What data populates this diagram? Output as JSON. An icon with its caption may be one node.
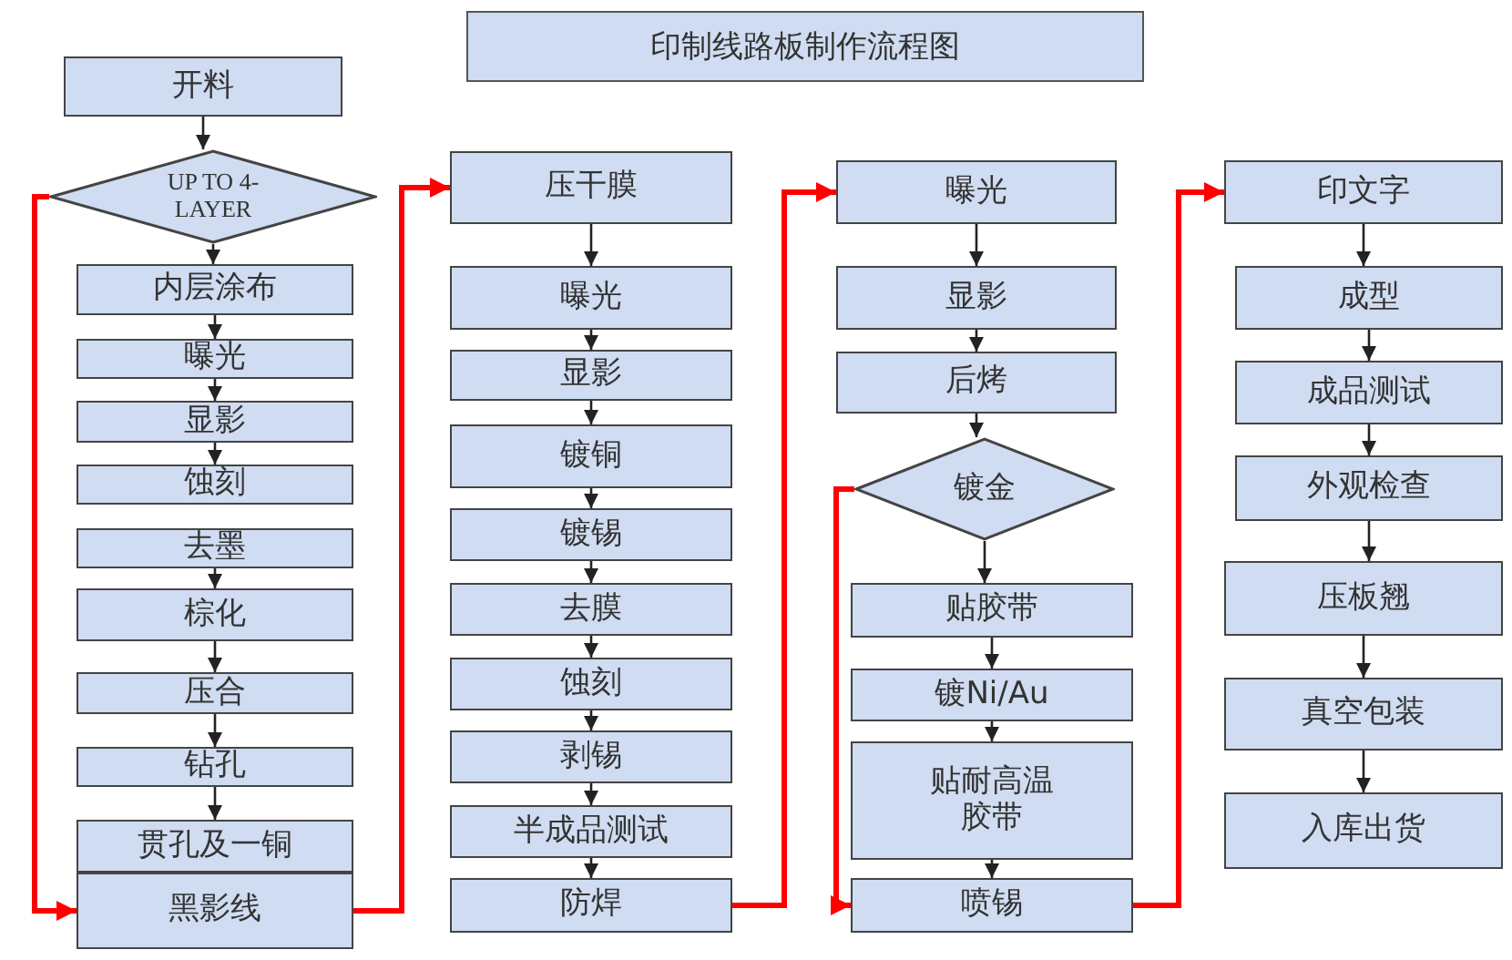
{
  "diagram": {
    "title": "印制线路板制作流程图",
    "nodes": [
      {
        "text": [
          "开料"
        ]
      },
      {
        "text": [
          "UP TO 4-LAYER"
        ]
      },
      {
        "text": [
          "内层涂布"
        ]
      },
      {
        "text": [
          "曝光"
        ]
      },
      {
        "text": [
          "显影"
        ]
      },
      {
        "text": [
          "蚀刻"
        ]
      },
      {
        "text": [
          "去墨"
        ]
      },
      {
        "text": [
          "棕化"
        ]
      },
      {
        "text": [
          "压合"
        ]
      },
      {
        "text": [
          "钻孔"
        ]
      },
      {
        "text": [
          "贯孔及一铜"
        ]
      },
      {
        "text": [
          "黑影线"
        ]
      },
      {
        "text": [
          "压干膜"
        ]
      },
      {
        "text": [
          "曝光"
        ]
      },
      {
        "text": [
          "显影"
        ]
      },
      {
        "text": [
          "镀铜"
        ]
      },
      {
        "text": [
          "镀锡"
        ]
      },
      {
        "text": [
          "去膜"
        ]
      },
      {
        "text": [
          "蚀刻"
        ]
      },
      {
        "text": [
          "剥锡"
        ]
      },
      {
        "text": [
          "半成品测试"
        ]
      },
      {
        "text": [
          "防焊"
        ]
      },
      {
        "text": [
          "曝光"
        ]
      },
      {
        "text": [
          "显影"
        ]
      },
      {
        "text": [
          "后烤"
        ]
      },
      {
        "text": [
          "镀金"
        ]
      },
      {
        "text": [
          "贴胶带"
        ]
      },
      {
        "text": [
          "镀Ni/Au"
        ]
      },
      {
        "text": [
          "贴耐高温胶带"
        ]
      },
      {
        "text": [
          "喷锡"
        ]
      },
      {
        "text": [
          "印文字"
        ]
      },
      {
        "text": [
          "成型"
        ]
      },
      {
        "text": [
          "成品测试"
        ]
      },
      {
        "text": [
          "外观检查"
        ]
      },
      {
        "text": [
          "压板翘"
        ]
      },
      {
        "text": [
          "真空包装"
        ]
      },
      {
        "text": [
          "入库出货"
        ]
      }
    ],
    "edges": [
      {
        "from": 0,
        "to": 1,
        "arrow": "to"
      },
      {
        "from": 1,
        "to": 2,
        "arrow": "to"
      },
      {
        "from": 2,
        "to": 3,
        "arrow": "to"
      },
      {
        "from": 3,
        "to": 4,
        "arrow": "to"
      },
      {
        "from": 4,
        "to": 5,
        "arrow": "to"
      },
      {
        "from": 6,
        "to": 7,
        "arrow": "to"
      },
      {
        "from": 7,
        "to": 8,
        "arrow": "to"
      },
      {
        "from": 8,
        "to": 9,
        "arrow": "to"
      },
      {
        "from": 9,
        "to": 10,
        "arrow": "to"
      },
      {
        "from": 1,
        "to": 11,
        "arrow": "to",
        "style": "thick",
        "color": "#ff0000"
      },
      {
        "from": 11,
        "to": 12,
        "arrow": "to",
        "style": "thick",
        "color": "#ff0000"
      },
      {
        "from": 12,
        "to": 13,
        "arrow": "to"
      },
      {
        "from": 13,
        "to": 14,
        "arrow": "to"
      },
      {
        "from": 14,
        "to": 15,
        "arrow": "to"
      },
      {
        "from": 15,
        "to": 16,
        "arrow": "to"
      },
      {
        "from": 16,
        "to": 17,
        "arrow": "to"
      },
      {
        "from": 17,
        "to": 18,
        "arrow": "to"
      },
      {
        "from": 18,
        "to": 19,
        "arrow": "to"
      },
      {
        "from": 19,
        "to": 20,
        "arrow": "to"
      },
      {
        "from": 20,
        "to": 21,
        "arrow": "to"
      },
      {
        "from": 21,
        "to": 22,
        "arrow": "to",
        "style": "thick",
        "color": "#ff0000"
      },
      {
        "from": 22,
        "to": 23,
        "arrow": "to"
      },
      {
        "from": 23,
        "to": 24,
        "arrow": "to"
      },
      {
        "from": 24,
        "to": 25,
        "arrow": "to"
      },
      {
        "from": 25,
        "to": 26,
        "arrow": "to"
      },
      {
        "from": 26,
        "to": 27,
        "arrow": "to"
      },
      {
        "from": 27,
        "to": 28,
        "arrow": "to"
      },
      {
        "from": 28,
        "to": 29,
        "arrow": "to"
      },
      {
        "from": 25,
        "to": 29,
        "arrow": "to",
        "style": "thick",
        "color": "#ff0000"
      },
      {
        "from": 29,
        "to": 30,
        "arrow": "to",
        "style": "thick",
        "color": "#ff0000"
      },
      {
        "from": 30,
        "to": 31,
        "arrow": "to"
      },
      {
        "from": 31,
        "to": 32,
        "arrow": "to"
      },
      {
        "from": 32,
        "to": 33,
        "arrow": "to"
      },
      {
        "from": 33,
        "to": 34,
        "arrow": "to"
      },
      {
        "from": 34,
        "to": 35,
        "arrow": "to"
      },
      {
        "from": 35,
        "to": 36,
        "arrow": "to"
      }
    ]
  }
}
